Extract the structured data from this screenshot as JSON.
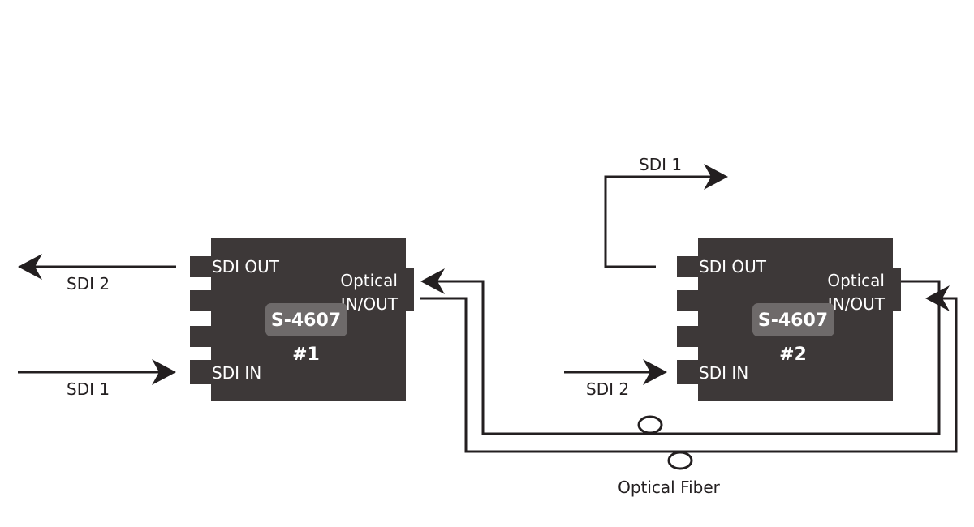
{
  "devices": [
    {
      "model": "S-4607",
      "number": "#1",
      "sdi_out_label": "SDI OUT",
      "sdi_in_label": "SDI IN",
      "optical_label_line1": "Optical",
      "optical_label_line2": "IN/OUT"
    },
    {
      "model": "S-4607",
      "number": "#2",
      "sdi_out_label": "SDI OUT",
      "sdi_in_label": "SDI IN",
      "optical_label_line1": "Optical",
      "optical_label_line2": "IN/OUT"
    }
  ],
  "signals": {
    "dev1_output": "SDI 2",
    "dev1_input": "SDI 1",
    "dev2_output": "SDI 1",
    "dev2_input": "SDI 2"
  },
  "fiber_label": "Optical Fiber",
  "colors": {
    "device_body": "#3d3838",
    "model_badge": "#6e6a6a",
    "line": "#231f20"
  }
}
